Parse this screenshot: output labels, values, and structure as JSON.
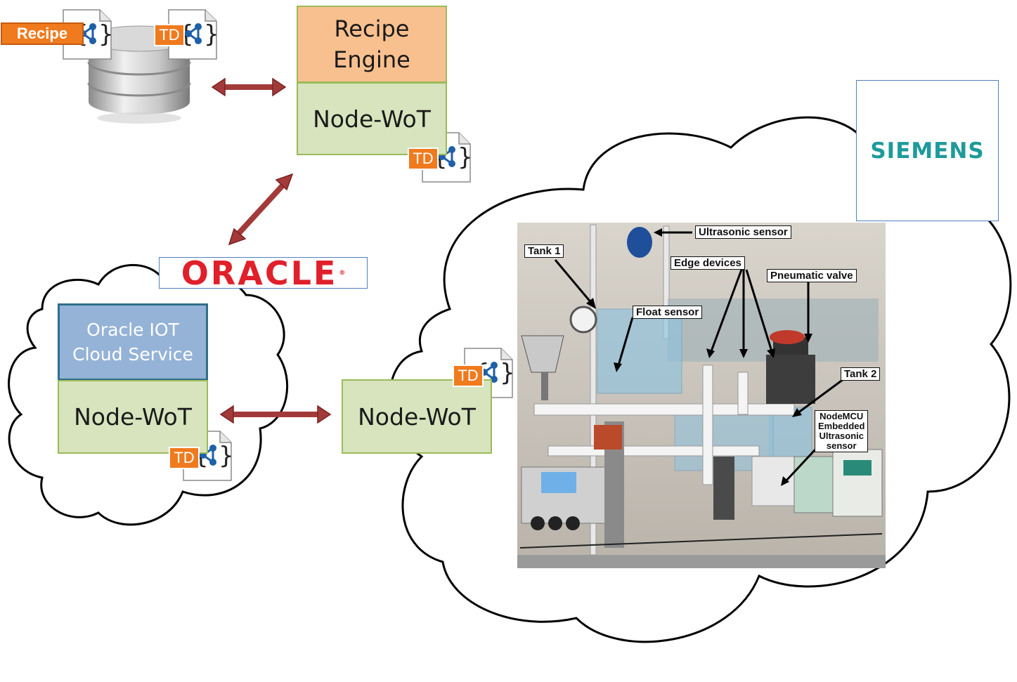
{
  "recipe_tag": "Recipe",
  "td_label": "TD",
  "recipe_engine": "Recipe\nEngine",
  "node_wot": "Node-WoT",
  "oracle_service": "Oracle IOT\nCloud Service",
  "oracle_logo": "ORACLE",
  "siemens_logo": "SIEMENS",
  "photo_labels": {
    "ultrasonic": "Ultrasonic sensor",
    "tank1": "Tank 1",
    "edge": "Edge devices",
    "pneumatic": "Pneumatic valve",
    "float": "Float sensor",
    "tank2": "Tank 2",
    "nodemcu": "NodeMCU\nEmbedded\nUltrasonic\nsensor"
  },
  "colors": {
    "arrow": "#a33a3a",
    "green_box": "#d7e4bd",
    "orange_box": "#f9c08f",
    "blue_box": "#95b3d7",
    "td_orange": "#f07a1e",
    "oracle_red": "#e0202a",
    "siemens_teal": "#1f9a9a"
  }
}
